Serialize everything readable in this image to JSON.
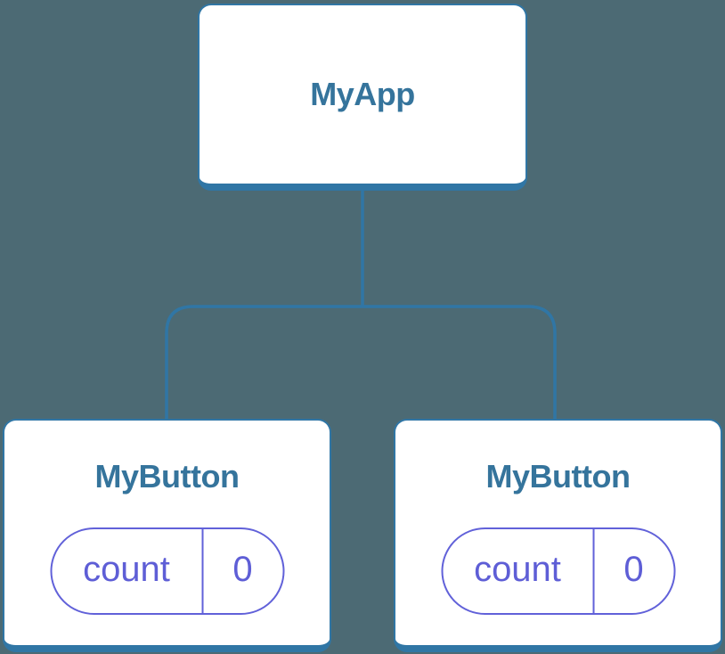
{
  "tree": {
    "root": {
      "label": "MyApp"
    },
    "children": [
      {
        "label": "MyButton",
        "state": {
          "key": "count",
          "value": "0"
        }
      },
      {
        "label": "MyButton",
        "state": {
          "key": "count",
          "value": "0"
        }
      }
    ]
  },
  "colors": {
    "background": "#4C6A74",
    "line_blue": "#3076A5",
    "node_text": "#35749C",
    "state_accent": "#6161D9",
    "state_text": "#5E5ED6",
    "card_bg": "#FFFFFF"
  }
}
